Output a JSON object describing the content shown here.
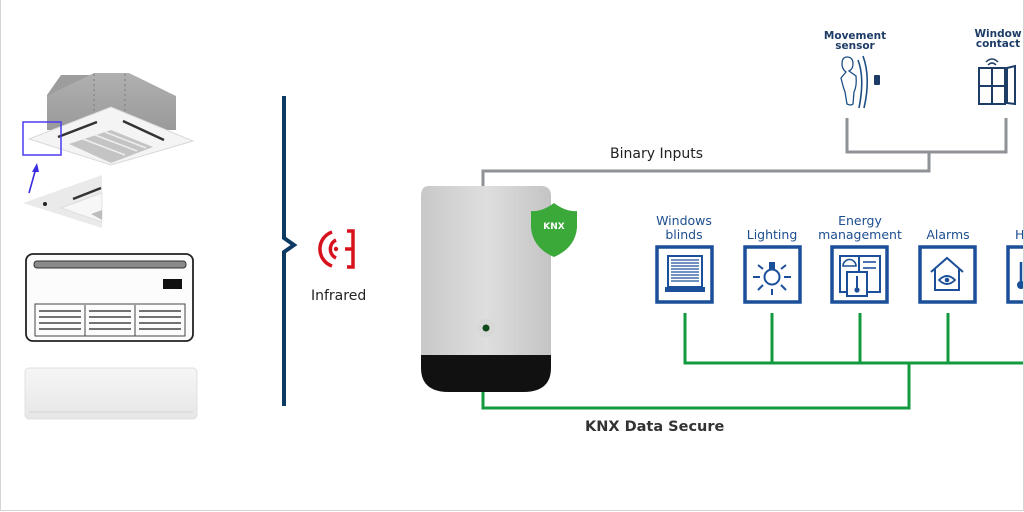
{
  "labels": {
    "binary_inputs": "Binary Inputs",
    "knx_data_secure": "KNX Data Secure",
    "infrared": "Infrared",
    "knx_badge": "KNX"
  },
  "sensors": [
    {
      "line1": "Movement",
      "line2": "sensor",
      "icon": "movement-sensor-icon"
    },
    {
      "line1": "Window",
      "line2": "contact",
      "icon": "window-contact-icon"
    }
  ],
  "functions": [
    {
      "line1": "Windows",
      "line2": "blinds",
      "icon": "window-blinds-icon"
    },
    {
      "line1": "",
      "line2": "Lighting",
      "icon": "lightbulb-icon"
    },
    {
      "line1": "Energy",
      "line2": "management",
      "icon": "energy-management-icon"
    },
    {
      "line1": "",
      "line2": "Alarms",
      "icon": "alarm-house-eye-icon"
    },
    {
      "line1": "",
      "line2": "H",
      "icon": "thermometer-icon"
    }
  ],
  "ac_units": [
    {
      "name": "ceiling-cassette-unit"
    },
    {
      "name": "cassette-detail-closeup"
    },
    {
      "name": "floor-ceiling-unit"
    },
    {
      "name": "wall-mounted-split-unit"
    }
  ],
  "colors": {
    "knx_green": "#139a3f",
    "binary_gray": "#8f9296",
    "navy": "#0d3a63",
    "icon_blue": "#1c4f99",
    "infrared_red": "#d8121c",
    "shield_green": "#3aa93a",
    "highlight_purple": "#4a3cf0"
  }
}
